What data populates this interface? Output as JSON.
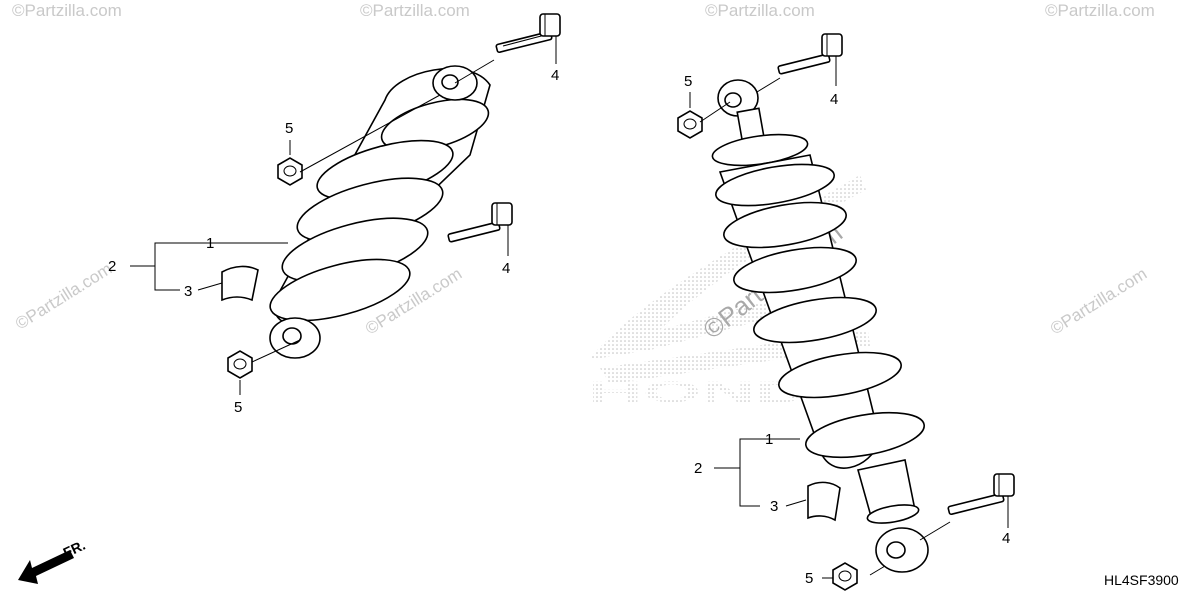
{
  "diagram": {
    "code": "HL4SF3900",
    "direction_label": "FR.",
    "watermark": "©Partzilla.com",
    "brand_watermark": "HONDA",
    "left_assembly": {
      "callouts": {
        "c1": "1",
        "c2": "2",
        "c3": "3",
        "c4a": "4",
        "c4b": "4",
        "c5a": "5",
        "c5b": "5"
      }
    },
    "right_assembly": {
      "callouts": {
        "c1": "1",
        "c2": "2",
        "c3": "3",
        "c4a": "4",
        "c4b": "4",
        "c5a": "5",
        "c5b": "5"
      }
    }
  }
}
